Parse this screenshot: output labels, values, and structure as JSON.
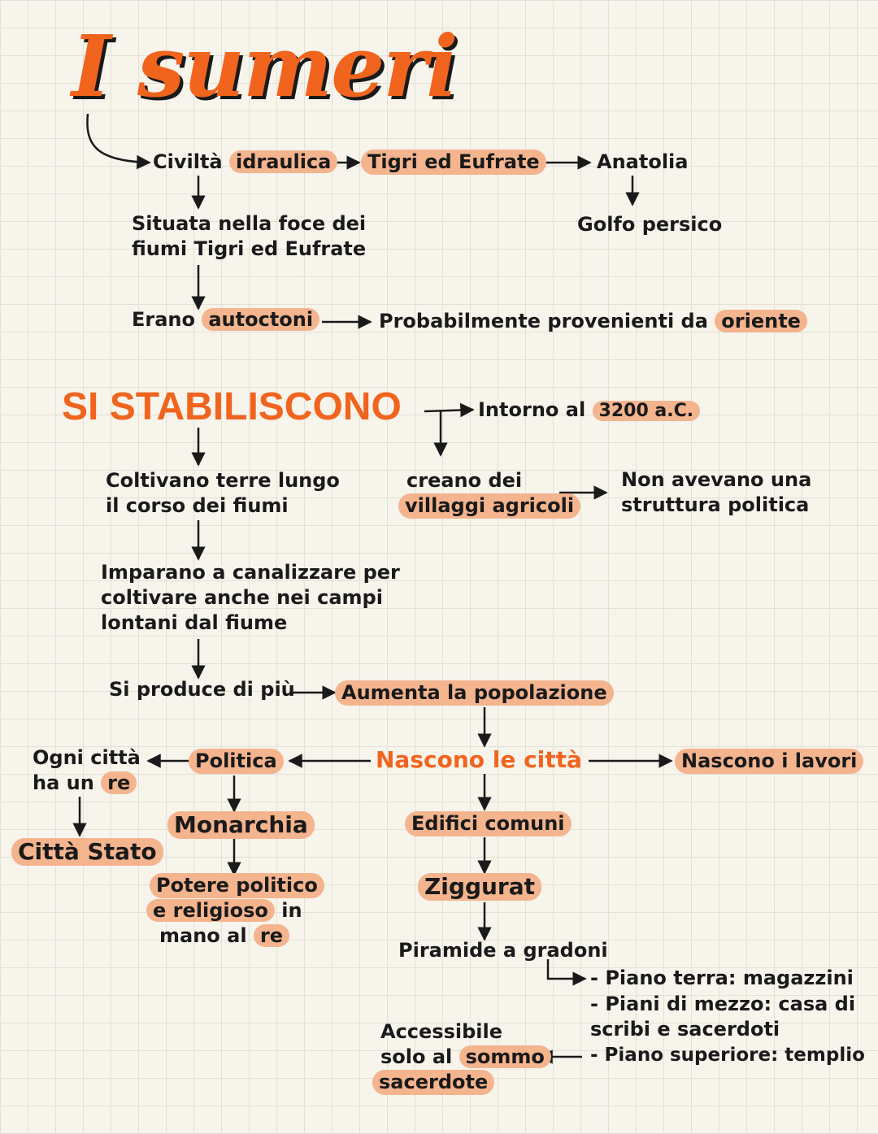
{
  "title": "I sumeri",
  "civilta": "Civiltà",
  "idraulica": "idraulica",
  "tigri_eufrate": "Tigri ed Eufrate",
  "anatolia": "Anatolia",
  "golfo": "Golfo persico",
  "situata_1": "Situata nella foce dei",
  "situata_2": "fiumi Tigri ed Eufrate",
  "erano": "Erano",
  "autoctoni": "autoctoni",
  "probabilmente": "Probabilmente provenienti da",
  "oriente": "oriente",
  "si_stabiliscono": "SI STABILISCONO",
  "intorno": "Intorno al",
  "data": "3200 a.C.",
  "coltivano_1": "Coltivano terre lungo",
  "coltivano_2": "il corso dei fiumi",
  "creano": "creano dei",
  "villaggi": "villaggi agricoli",
  "non_avevano_1": "Non avevano una",
  "non_avevano_2": "struttura politica",
  "imparano_1": "Imparano a canalizzare per",
  "imparano_2": "coltivare anche nei campi",
  "imparano_3": "lontani dal fiume",
  "si_produce": "Si produce di più",
  "aumenta": "Aumenta la popolazione",
  "nascono_citta": "Nascono le città",
  "nascono_lavori": "Nascono i lavori",
  "politica": "Politica",
  "ogni_citta_1": "Ogni città",
  "ogni_citta_2": "ha un",
  "re": "re",
  "citta_stato": "Città Stato",
  "monarchia": "Monarchia",
  "potere_1": "Potere politico",
  "potere_2": "e religioso",
  "potere_2b": "in",
  "potere_3": "mano al",
  "edifici": "Edifici comuni",
  "ziggurat": "Ziggurat",
  "piramide": "Piramide a gradoni",
  "piano_1": "- Piano terra: magazzini",
  "piano_2": "- Piani di mezzo: casa di",
  "piano_3": "scribi e sacerdoti",
  "piano_4": "- Piano superiore: templio",
  "accessibile_1": "Accessibile",
  "accessibile_2": "solo al",
  "sommo": "sommo",
  "sacerdote": "sacerdote",
  "colors": {
    "accent": "#f0641e",
    "highlight": "#f3b48e",
    "ink": "#1a1a1a",
    "paper": "#f7f4ec"
  }
}
